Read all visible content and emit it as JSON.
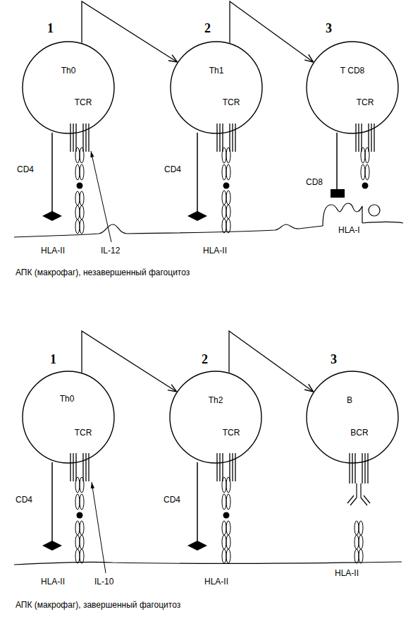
{
  "diagram": {
    "nodes": [
      {
        "text": [
          "Th0",
          "TCR"
        ]
      },
      {
        "text": [
          "Th1",
          "TCR"
        ]
      },
      {
        "text": [
          "T CD8",
          "TCR"
        ]
      },
      {
        "text": [
          "Th0",
          "TCR"
        ]
      },
      {
        "text": [
          "Th2",
          "TCR"
        ]
      },
      {
        "text": [
          "B",
          "BCR"
        ]
      }
    ],
    "edges": [
      {
        "from": 0,
        "to": 1,
        "arrow": "to"
      },
      {
        "from": 1,
        "to": 2,
        "arrow": "to"
      },
      {
        "from": 3,
        "to": 4,
        "arrow": "to"
      },
      {
        "from": 4,
        "to": 5,
        "arrow": "to"
      }
    ],
    "labels": [
      "1",
      "2",
      "3",
      "CD4",
      "HLA-II",
      "IL-12",
      "CD4",
      "HLA-II",
      "CD8",
      "HLA-I",
      "АПК (макрофаг), незавершенный фагоцитоз",
      "1",
      "2",
      "3",
      "CD4",
      "HLA-II",
      "IL-10",
      "CD4",
      "HLA-II",
      "HLA-II",
      "АПК (макрофаг), завершенный фагоцитоз"
    ]
  }
}
